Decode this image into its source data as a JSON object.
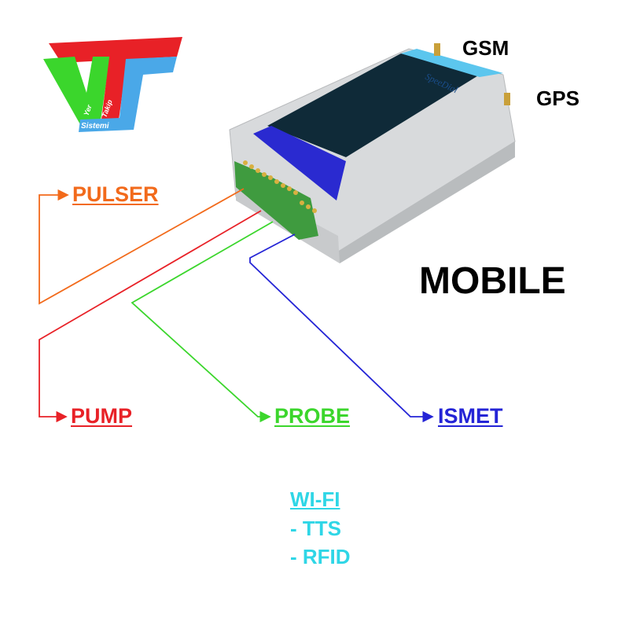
{
  "logo": {
    "text_1": "Yer",
    "text_2": "Takip",
    "text_3": "Sistemi"
  },
  "device": {
    "brand": "SpeeDial"
  },
  "antennas": {
    "gsm": "GSM",
    "gps": "GPS"
  },
  "title": "MOBILE",
  "connections": [
    {
      "label": "PULSER",
      "color": "#f26a1b"
    },
    {
      "label": "PUMP",
      "color": "#e82127"
    },
    {
      "label": "PROBE",
      "color": "#3bd62c"
    },
    {
      "label": "ISMET",
      "color": "#2424d6"
    }
  ],
  "features": {
    "heading": "WI-FI",
    "items": [
      "- TTS",
      "- RFID"
    ]
  }
}
